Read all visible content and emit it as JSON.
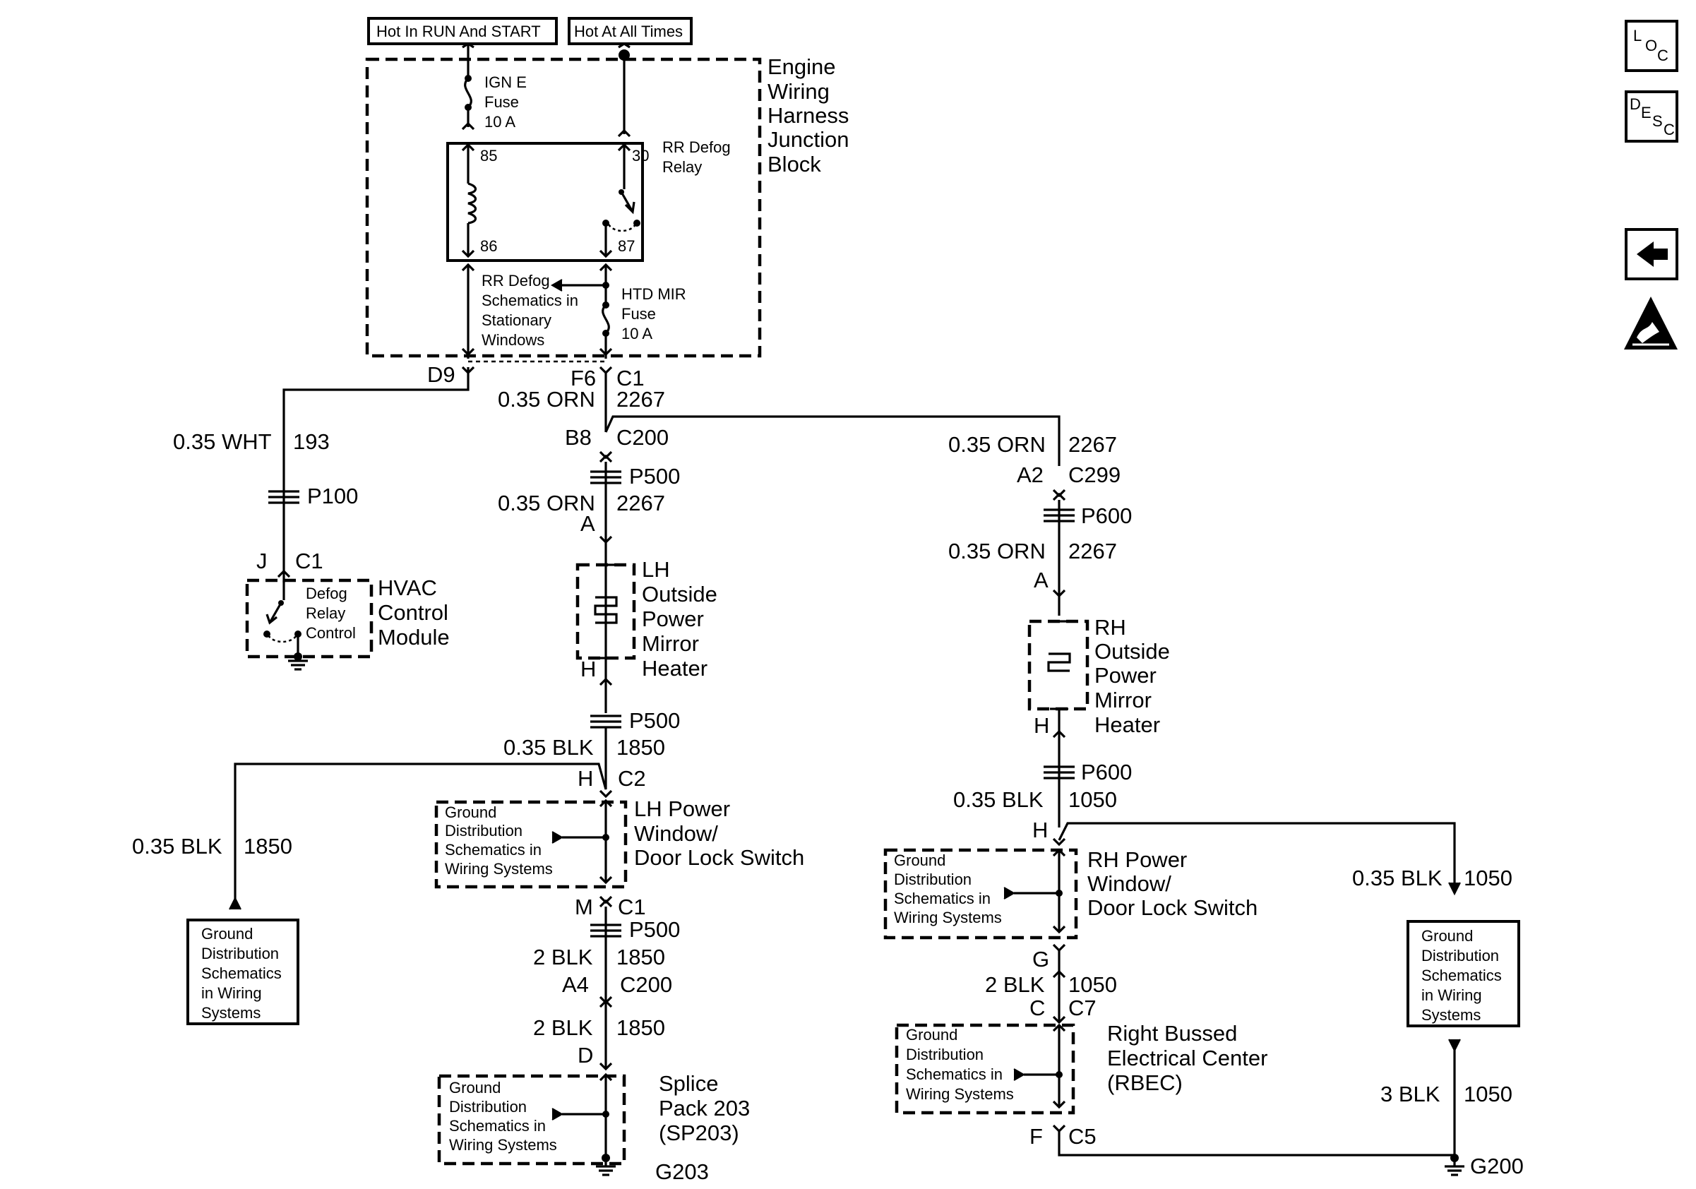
{
  "header": {
    "hot_run_start": "Hot In RUN And START",
    "hot_all_times": "Hot At All Times"
  },
  "nav": {
    "loc": [
      "L",
      "O",
      "C"
    ],
    "desc": [
      "D",
      "E",
      "S",
      "C"
    ]
  },
  "junction_block": {
    "title": [
      "Engine",
      "Wiring",
      "Harness",
      "Junction",
      "Block"
    ],
    "ign_fuse": [
      "IGN E",
      "Fuse",
      "10 A"
    ],
    "relay": [
      "RR Defog",
      "Relay"
    ],
    "pins": {
      "p85": "85",
      "p86": "86",
      "p30": "30",
      "p87": "87"
    },
    "rr_defog_ref": [
      "RR Defog",
      "Schematics in",
      "Stationary",
      "Windows"
    ],
    "htd_fuse": [
      "HTD MIR",
      "Fuse",
      "10 A"
    ]
  },
  "wires": {
    "d9": "D9",
    "f6": "F6",
    "c1_top": "C1",
    "orn_2267_a": [
      "0.35 ORN",
      "2267"
    ],
    "wht_193": [
      "0.35 WHT",
      "193"
    ],
    "b8_c200": [
      "B8",
      "C200"
    ],
    "p100": "P100",
    "j_c1": [
      "J",
      "C1"
    ],
    "p500_a": "P500",
    "orn_2267_b": [
      "0.35 ORN",
      "2267"
    ],
    "pin_a_lh": "A",
    "orn_2267_r1": [
      "0.35 ORN",
      "2267"
    ],
    "a2_c299": [
      "A2",
      "C299"
    ],
    "p600_a": "P600",
    "orn_2267_r2": [
      "0.35 ORN",
      "2267"
    ],
    "pin_a_rh": "A",
    "pin_h_lh": "H",
    "p500_b": "P500",
    "blk_1850_a": [
      "0.35 BLK",
      "1850"
    ],
    "h_c2": [
      "H",
      "C2"
    ],
    "blk_1850_b": [
      "0.35 BLK",
      "1850"
    ],
    "m_c1": [
      "M",
      "C1"
    ],
    "p500_c": "P500",
    "blk2_1850_a": [
      "2 BLK",
      "1850"
    ],
    "a4_c200": [
      "A4",
      "C200"
    ],
    "blk2_1850_b": [
      "2 BLK",
      "1850"
    ],
    "pin_d": "D",
    "pin_h_rh": "H",
    "p600_b": "P600",
    "blk_1050_a": [
      "0.35 BLK",
      "1050"
    ],
    "pin_h_rsw": "H",
    "blk_1050_b": [
      "0.35 BLK",
      "1050"
    ],
    "pin_g": "G",
    "blk2_1050": [
      "2 BLK",
      "1050"
    ],
    "c_c7": [
      "C",
      "C7"
    ],
    "blk3_1050": [
      "3 BLK",
      "1050"
    ],
    "f_c5": [
      "F",
      "C5"
    ]
  },
  "components": {
    "hvac": [
      "HVAC",
      "Control",
      "Module"
    ],
    "defog_ctrl": [
      "Defog",
      "Relay",
      "Control"
    ],
    "lh_heater": [
      "LH",
      "Outside",
      "Power",
      "Mirror",
      "Heater"
    ],
    "rh_heater": [
      "RH",
      "Outside",
      "Power",
      "Mirror",
      "Heater"
    ],
    "lh_switch": [
      "LH Power",
      "Window/",
      "Door Lock Switch"
    ],
    "rh_switch": [
      "RH Power",
      "Window/",
      "Door Lock Switch"
    ],
    "rbec": [
      "Right Bussed",
      "Electrical Center",
      "(RBEC)"
    ],
    "sp203": [
      "Splice",
      "Pack 203",
      "(SP203)"
    ],
    "g203": "G203",
    "g200": "G200"
  },
  "ground_refs": {
    "lh_switch": [
      "Ground",
      "Distribution",
      "Schematics in",
      "Wiring Systems"
    ],
    "left_box": [
      "Ground",
      "Distribution",
      "Schematics",
      "in Wiring",
      "Systems"
    ],
    "sp203": [
      "Ground",
      "Distribution",
      "Schematics in",
      "Wiring Systems"
    ],
    "rh_switch": [
      "Ground",
      "Distribution",
      "Schematics in",
      "Wiring Systems"
    ],
    "rbec": [
      "Ground",
      "Distribution",
      "Schematics in",
      "Wiring Systems"
    ],
    "right_box": [
      "Ground",
      "Distribution",
      "Schematics",
      "in Wiring",
      "Systems"
    ]
  }
}
